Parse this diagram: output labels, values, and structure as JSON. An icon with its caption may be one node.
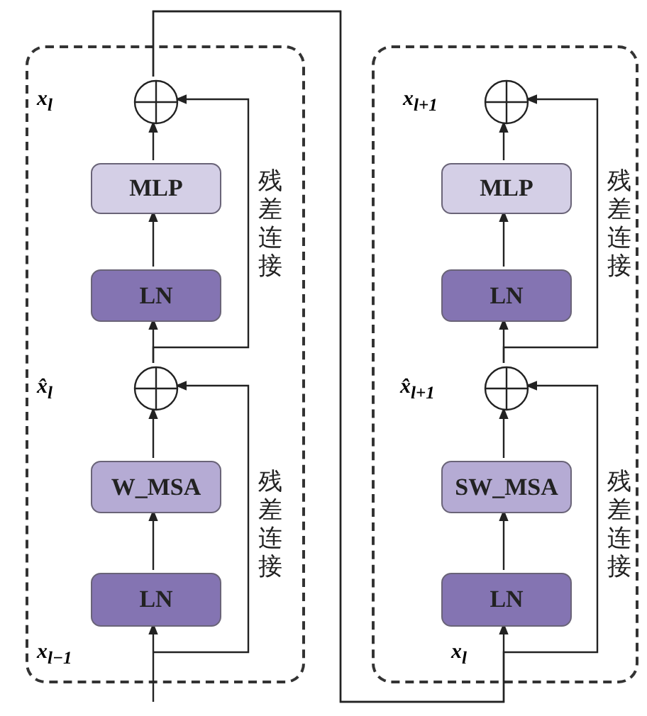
{
  "diagram": {
    "nodes": [
      {
        "text": [],
        "shape": "box"
      },
      {
        "text": [],
        "shape": "circle",
        "beside": [
          "x$_{l}$"
        ],
        "in": 0
      },
      {
        "text": [
          "MLP"
        ],
        "in": 0
      },
      {
        "text": [
          "LN"
        ],
        "in": 0
      },
      {
        "text": [],
        "shape": "circle",
        "beside": [
          "x̂$_{l}$"
        ],
        "in": 0
      },
      {
        "text": [
          "W_MSA"
        ],
        "in": 0
      },
      {
        "text": [
          "LN"
        ],
        "in": 0
      },
      {
        "text": [],
        "shape": "box"
      },
      {
        "text": [],
        "shape": "circle",
        "beside": [
          "x$_{l+1}$"
        ],
        "in": 7
      },
      {
        "text": [
          "MLP"
        ],
        "in": 7
      },
      {
        "text": [
          "LN"
        ],
        "in": 7
      },
      {
        "text": [],
        "shape": "circle",
        "beside": [
          "x̂$_{l+1}$"
        ],
        "in": 7
      },
      {
        "text": [
          "SW_MSA"
        ],
        "in": 7
      },
      {
        "text": [
          "LN"
        ],
        "in": 7
      }
    ],
    "edges": [
      {
        "from": null,
        "to": 6,
        "arrow": "to"
      },
      {
        "from": 6,
        "to": 5,
        "arrow": "to"
      },
      {
        "from": 5,
        "to": 4,
        "arrow": "to"
      },
      {
        "from": null,
        "to": 4,
        "arrow": "to",
        "label": "残差连接"
      },
      {
        "from": 4,
        "to": 3,
        "arrow": "to"
      },
      {
        "from": 3,
        "to": 2,
        "arrow": "to"
      },
      {
        "from": 2,
        "to": 1,
        "arrow": "to"
      },
      {
        "from": 4,
        "to": 1,
        "arrow": "to",
        "label": "残差连接"
      },
      {
        "from": 1,
        "to": 13,
        "arrow": "to"
      },
      {
        "from": 13,
        "to": 12,
        "arrow": "to"
      },
      {
        "from": 12,
        "to": 11,
        "arrow": "to"
      },
      {
        "from": 1,
        "to": 11,
        "arrow": "to",
        "label": "残差连接"
      },
      {
        "from": 11,
        "to": 10,
        "arrow": "to"
      },
      {
        "from": 10,
        "to": 9,
        "arrow": "to"
      },
      {
        "from": 9,
        "to": 8,
        "arrow": "to"
      },
      {
        "from": 11,
        "to": 8,
        "arrow": "to",
        "label": "残差连接"
      }
    ],
    "labels": [
      "x$_{l−1}$",
      "x$_{l}$"
    ]
  }
}
